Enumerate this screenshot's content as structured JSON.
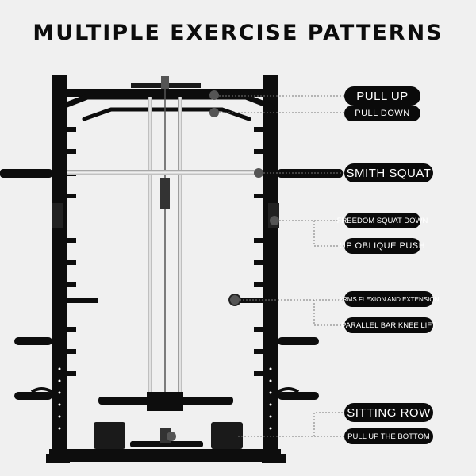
{
  "title": "MULTIPLE EXERCISE PATTERNS",
  "labels": {
    "pull_up": "PULL UP",
    "pull_down": "PULL DOWN",
    "smith_squat": "SMITH SQUAT",
    "freedom_squat_down": "FREEDOM SQUAT DOWN",
    "up_oblique_push": "UP OBLIQUE PUSH",
    "arms_flexion": "ARMS FLEXION AND EXTENSION",
    "parallel_bar_knee_lift": "PARALLEL BAR KNEE LIFT",
    "sitting_row": "SITTING ROW",
    "pull_up_bottom": "PULL UP THE BOTTOM"
  },
  "colors": {
    "background": "#f0f0f0",
    "frame": "#0d0d0d",
    "chrome": "#b8b8b8",
    "pill": "#0a0a0a",
    "pill_text": "#ffffff",
    "leader": "#777777"
  }
}
